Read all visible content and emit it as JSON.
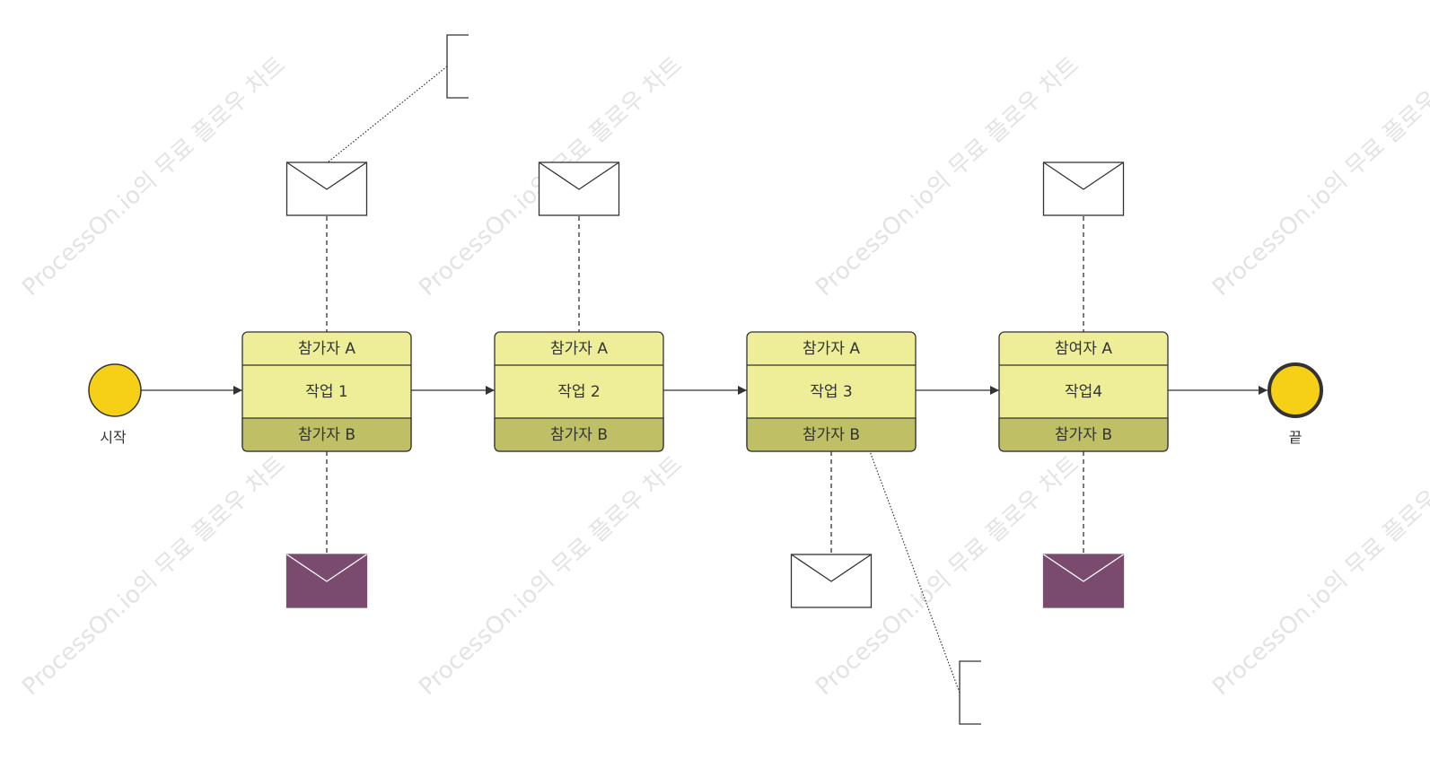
{
  "watermark": "ProcessOn.io의 무료 플로우 차트",
  "start_label": "시작",
  "end_label": "끝",
  "tasks": [
    {
      "top": "참가자 A",
      "name": "작업 1",
      "bottom": "참가자 B",
      "msg_top": "white",
      "msg_bottom": "purple",
      "annotation": "top"
    },
    {
      "top": "참가자 A",
      "name": "작업 2",
      "bottom": "참가자 B",
      "msg_top": "white",
      "msg_bottom": "none",
      "annotation": "none"
    },
    {
      "top": "참가자 A",
      "name": "작업 3",
      "bottom": "참가자 B",
      "msg_top": "none",
      "msg_bottom": "white",
      "annotation": "bottom"
    },
    {
      "top": "참여자 A",
      "name": "작업4",
      "bottom": "참가자 B",
      "msg_top": "white",
      "msg_bottom": "purple",
      "annotation": "none"
    }
  ],
  "colors": {
    "event_fill": "#f5d016",
    "band_light": "#eeee99",
    "band_dark": "#bfbf66",
    "msg_purple": "#7a4a6f",
    "stroke": "#333333"
  }
}
